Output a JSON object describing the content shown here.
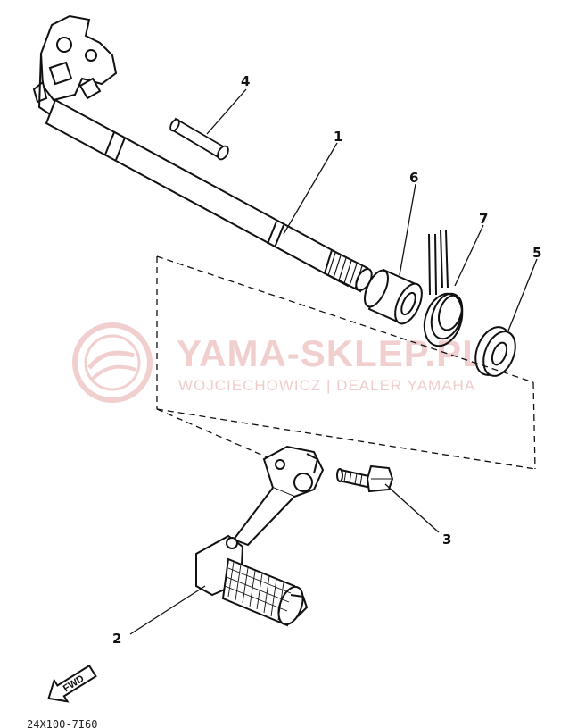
{
  "diagram": {
    "callouts": [
      {
        "id": "1",
        "label": "1"
      },
      {
        "id": "2",
        "label": "2"
      },
      {
        "id": "3",
        "label": "3"
      },
      {
        "id": "4",
        "label": "4"
      },
      {
        "id": "5",
        "label": "5"
      },
      {
        "id": "6",
        "label": "6"
      },
      {
        "id": "7",
        "label": "7"
      }
    ],
    "fwd_label": "FWD",
    "part_code": "24X100-7I60"
  },
  "watermark": {
    "title": "YAMA-SKLEP.PL",
    "subtitle": "WOJCIECHOWICZ | DEALER YAMAHA",
    "color": "#e7a9a9"
  }
}
